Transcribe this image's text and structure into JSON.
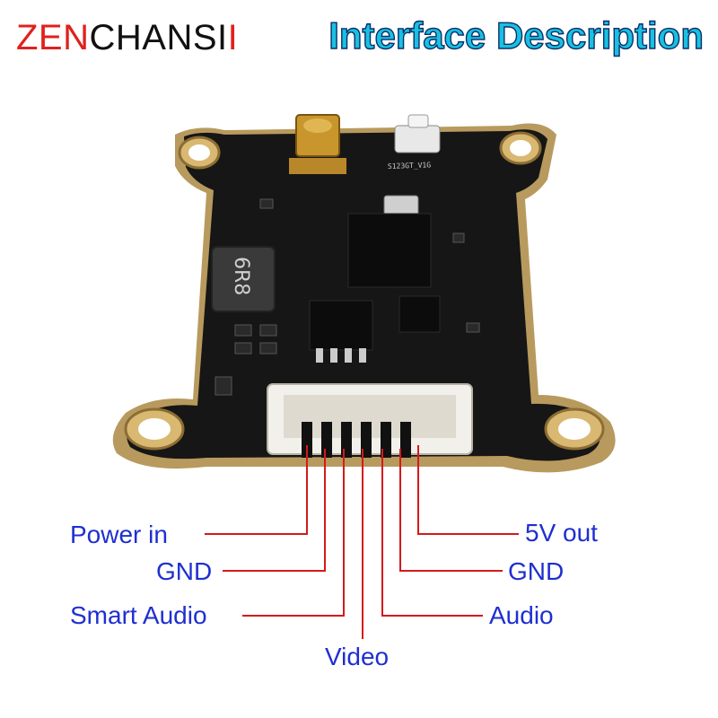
{
  "brand": {
    "part1": "ZEN",
    "part2": "CHANSI",
    "part3": "I"
  },
  "headline": "Interface Description",
  "board": {
    "inductor_marking": "6R8",
    "silk_text": "S123GT_V1G"
  },
  "pins": {
    "power_in": "Power in",
    "gnd_left": "GND",
    "smart_audio": "Smart Audio",
    "video": "Video",
    "audio": "Audio",
    "gnd_right": "GND",
    "five_v_out": "5V out"
  },
  "colors": {
    "label": "#1f2fd0",
    "leader_line": "#d41a1a",
    "brand_red": "#e0211c",
    "headline_fill": "#18c1e0"
  }
}
